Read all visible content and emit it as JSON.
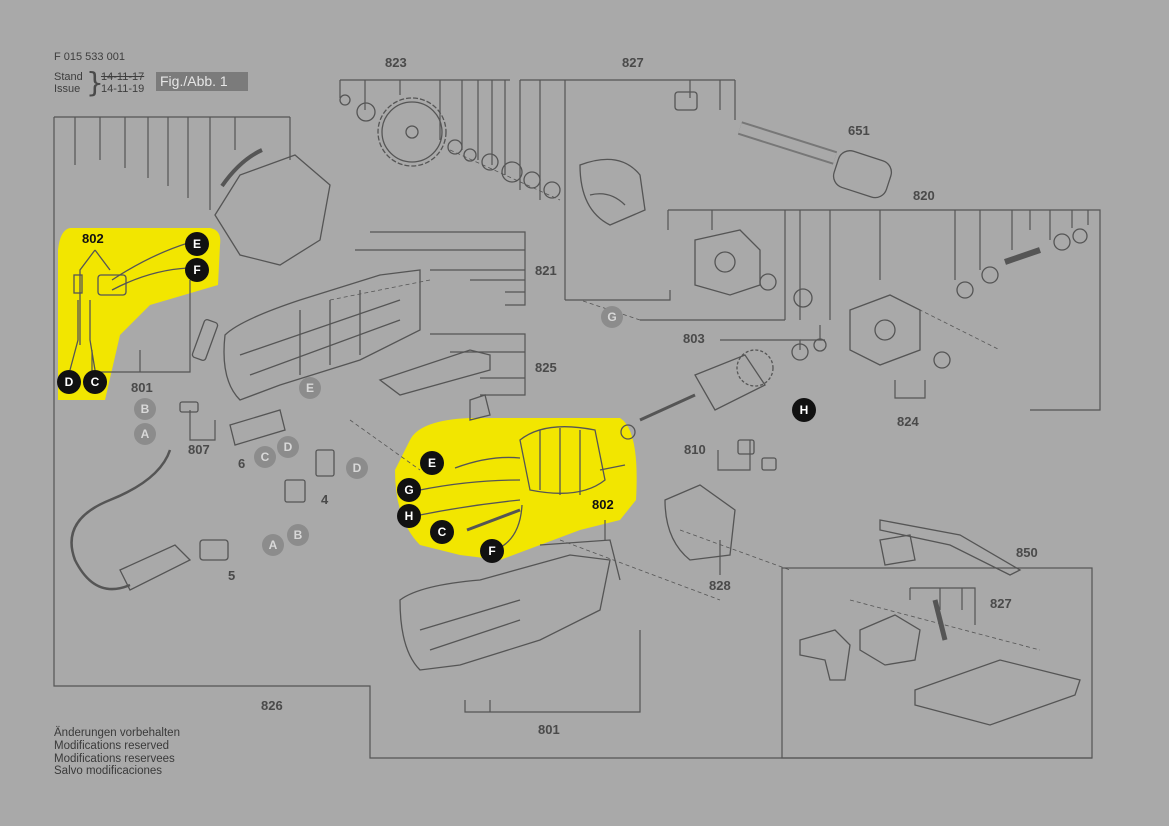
{
  "header": {
    "doc_number": "F 015 533 001",
    "stand_label": "Stand",
    "issue_label": "Issue",
    "old_date": "14-11-17",
    "new_date": "14-11-19",
    "figure_label": "Fig./Abb. 1"
  },
  "part_numbers": {
    "p823": "823",
    "p827_top": "827",
    "p651": "651",
    "p820": "820",
    "p821": "821",
    "p825": "825",
    "p803": "803",
    "p824": "824",
    "p810": "810",
    "p828": "828",
    "p850": "850",
    "p827_bottom": "827",
    "p801_left": "801",
    "p807": "807",
    "p6": "6",
    "p4": "4",
    "p5": "5",
    "p826": "826",
    "p801_bottom": "801",
    "p802_left": "802",
    "p802_center": "802"
  },
  "connectors": {
    "E_top": "E",
    "F_top": "F",
    "D_left": "D",
    "C_left": "C",
    "B_grey": "B",
    "A_grey": "A",
    "E_grey": "E",
    "D_grey": "D",
    "C_grey": "C",
    "D_grey2": "D",
    "A_grey2": "A",
    "B_grey2": "B",
    "G_grey": "G",
    "H_dark": "H",
    "E_mid": "E",
    "G_mid": "G",
    "H_mid": "H",
    "C_mid": "C",
    "F_mid": "F"
  },
  "footer": {
    "line1": "Änderungen vorbehalten",
    "line2": "Modifications reserved",
    "line3": "Modifications reservees",
    "line4": "Salvo modificaciones"
  },
  "colors": {
    "background": "#a9a9a9",
    "highlight": "#f2e600",
    "line": "#555555",
    "callout_dark": "#111111",
    "callout_grey": "#8c8c8c"
  }
}
